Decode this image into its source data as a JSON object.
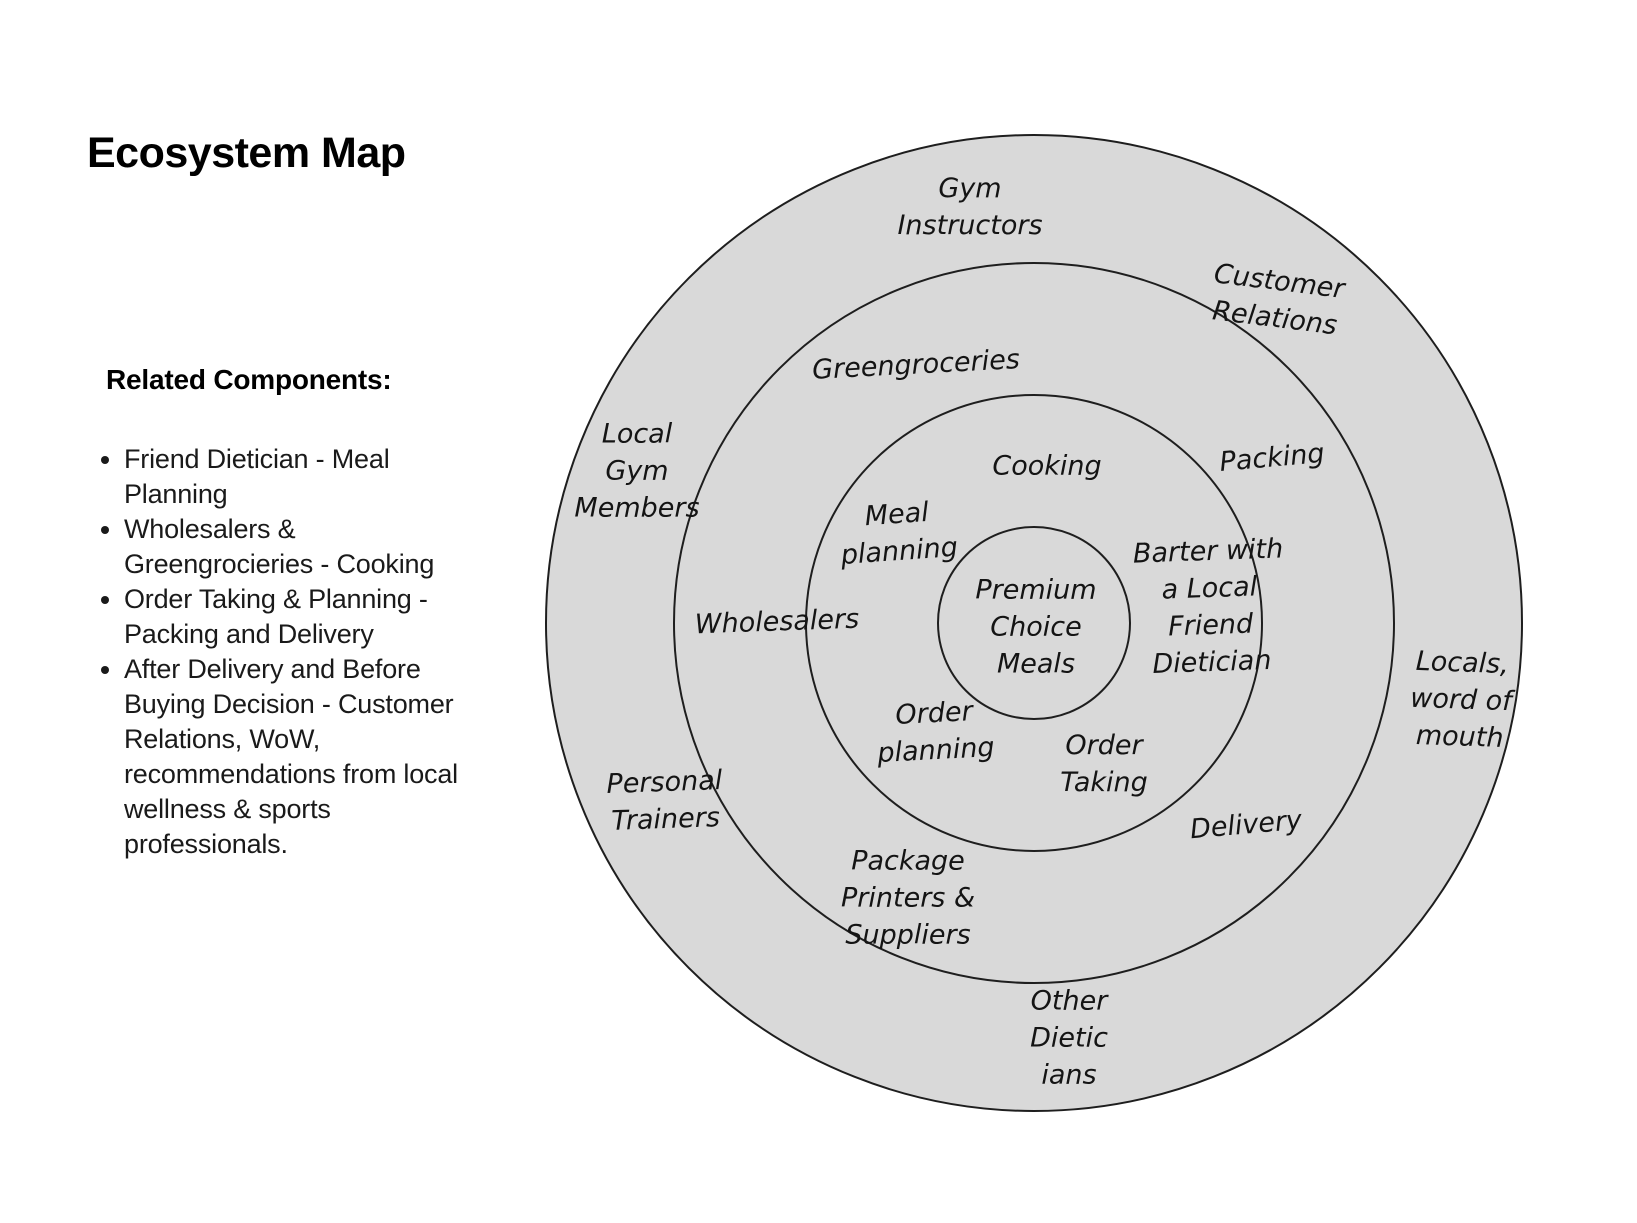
{
  "title": "Ecosystem Map",
  "related_components": {
    "heading": "Related Components:",
    "items": [
      "Friend Dietician - Meal Planning",
      "Wholesalers & Greengrocieries - Cooking",
      "Order Taking & Planning - Packing and Delivery",
      "After Delivery and Before Buying Decision - Customer Relations, WoW, recommendations from local wellness & sports professionals."
    ]
  },
  "diagram": {
    "ring_fill": "#d9d9d9",
    "ring_stroke": "#1e1e1e",
    "labels": {
      "gym_instructors": {
        "lines": [
          "Gym",
          "Instructors"
        ]
      },
      "customer_relations": {
        "lines": [
          "Customer",
          "Relations"
        ]
      },
      "greengroceries": {
        "lines": [
          "Greengroceries"
        ]
      },
      "local_gym_members": {
        "lines": [
          "Local",
          "Gym",
          "Members"
        ]
      },
      "packing": {
        "lines": [
          "Packing"
        ]
      },
      "cooking": {
        "lines": [
          "Cooking"
        ]
      },
      "meal_planning": {
        "lines": [
          "Meal",
          "planning"
        ]
      },
      "barter_with_a_local_friend_dietician": {
        "lines": [
          "Barter with",
          "a Local",
          "Friend",
          "Dietician"
        ]
      },
      "wholesalers": {
        "lines": [
          "Wholesalers"
        ]
      },
      "premium_choice_meals": {
        "lines": [
          "Premium",
          "Choice",
          "Meals"
        ]
      },
      "locals_word_of_mouth": {
        "lines": [
          "Locals,",
          "word of",
          "mouth"
        ]
      },
      "order_planning": {
        "lines": [
          "Order",
          "planning"
        ]
      },
      "order_taking": {
        "lines": [
          "Order",
          "Taking"
        ]
      },
      "personal_trainers": {
        "lines": [
          "Personal",
          "Trainers"
        ]
      },
      "delivery": {
        "lines": [
          "Delivery"
        ]
      },
      "package_printers_suppliers": {
        "lines": [
          "Package",
          "Printers &",
          "Suppliers"
        ]
      },
      "other_dieticians": {
        "lines": [
          "Other",
          "Dietic",
          "ians"
        ]
      }
    }
  }
}
